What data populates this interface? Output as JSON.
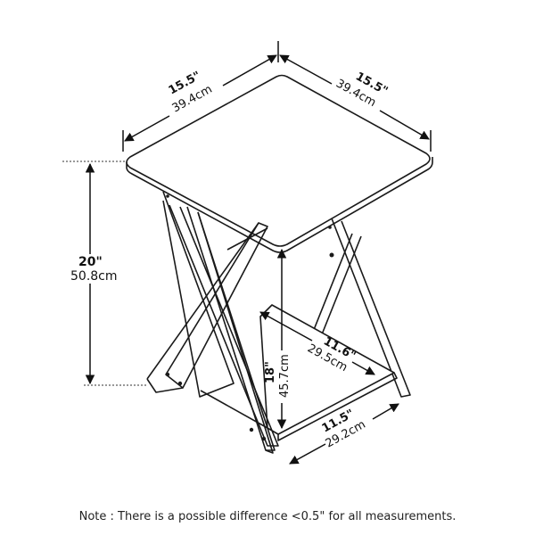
{
  "diagram": {
    "subject": "X-leg end table with lower shelf",
    "stroke_color": "#1a1a1a",
    "background": "#ffffff"
  },
  "dimensions": {
    "top_left_width": {
      "inches": "15.5\"",
      "cm": "39.4cm"
    },
    "top_right_depth": {
      "inches": "15.5\"",
      "cm": "39.4cm"
    },
    "overall_height": {
      "inches": "20\"",
      "cm": "50.8cm"
    },
    "shelf_height": {
      "inches": "18\"",
      "cm": "45.7cm"
    },
    "shelf_depth": {
      "inches": "11.6\"",
      "cm": "29.5cm"
    },
    "shelf_width": {
      "inches": "11.5\"",
      "cm": "29.2cm"
    }
  },
  "note": "Note : There is a possible difference <0.5\" for all measurements."
}
